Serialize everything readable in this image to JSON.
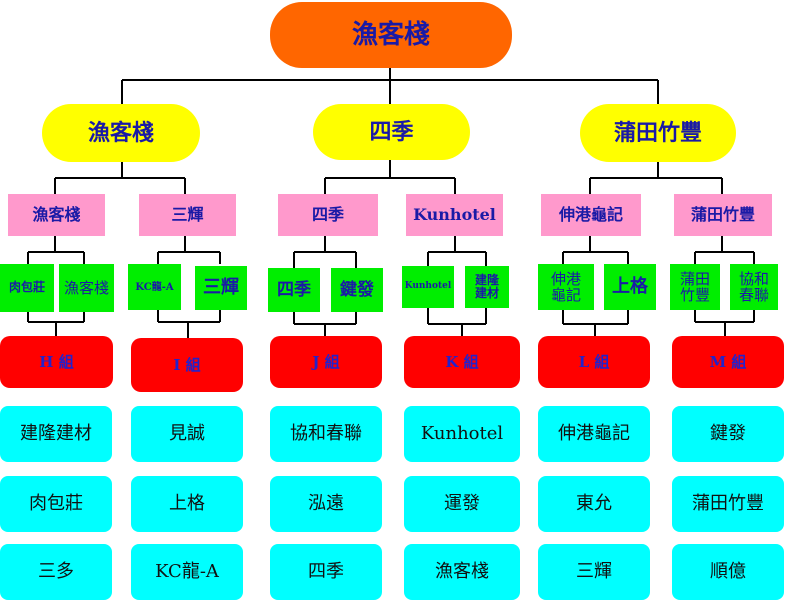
{
  "root": {
    "label": "漁客棧"
  },
  "level1": [
    {
      "label": "漁客棧"
    },
    {
      "label": "四季"
    },
    {
      "label": "蒲田竹豐"
    }
  ],
  "level2": [
    {
      "label": "漁客棧"
    },
    {
      "label": "三輝"
    },
    {
      "label": "四季"
    },
    {
      "label": "Kunhotel"
    },
    {
      "label": "伸港龜記"
    },
    {
      "label": "蒲田竹豐"
    }
  ],
  "level3": [
    {
      "label": "肉包莊"
    },
    {
      "label": "漁客棧"
    },
    {
      "label": "KC龍-A"
    },
    {
      "label": "三輝"
    },
    {
      "label": "四季"
    },
    {
      "label": "鍵發"
    },
    {
      "label": "Kunhotel"
    },
    {
      "label": "建隆\n建材"
    },
    {
      "label": "伸港\n龜記"
    },
    {
      "label": "上格"
    },
    {
      "label": "蒲田\n竹豐"
    },
    {
      "label": "協和\n春聯"
    }
  ],
  "groups": [
    {
      "label": "H 組",
      "members": [
        "建隆建材",
        "肉包莊",
        "三多"
      ]
    },
    {
      "label": "I 組",
      "members": [
        "見誠",
        "上格",
        "KC龍-A"
      ]
    },
    {
      "label": "J 組",
      "members": [
        "協和春聯",
        "泓遠",
        "四季"
      ]
    },
    {
      "label": "K 組",
      "members": [
        "Kunhotel",
        "運發",
        "漁客棧"
      ]
    },
    {
      "label": "L 組",
      "members": [
        "伸港龜記",
        "東允",
        "三輝"
      ]
    },
    {
      "label": "M 組",
      "members": [
        "鍵發",
        "蒲田竹豐",
        "順億"
      ]
    }
  ],
  "colors": {
    "root": "#ff6600",
    "level1": "#ffff00",
    "level2": "#ff99cc",
    "level3": "#00ee00",
    "group_header": "#ff0000",
    "member": "#00ffff",
    "text": "#1a1aa6",
    "line": "#000000"
  }
}
